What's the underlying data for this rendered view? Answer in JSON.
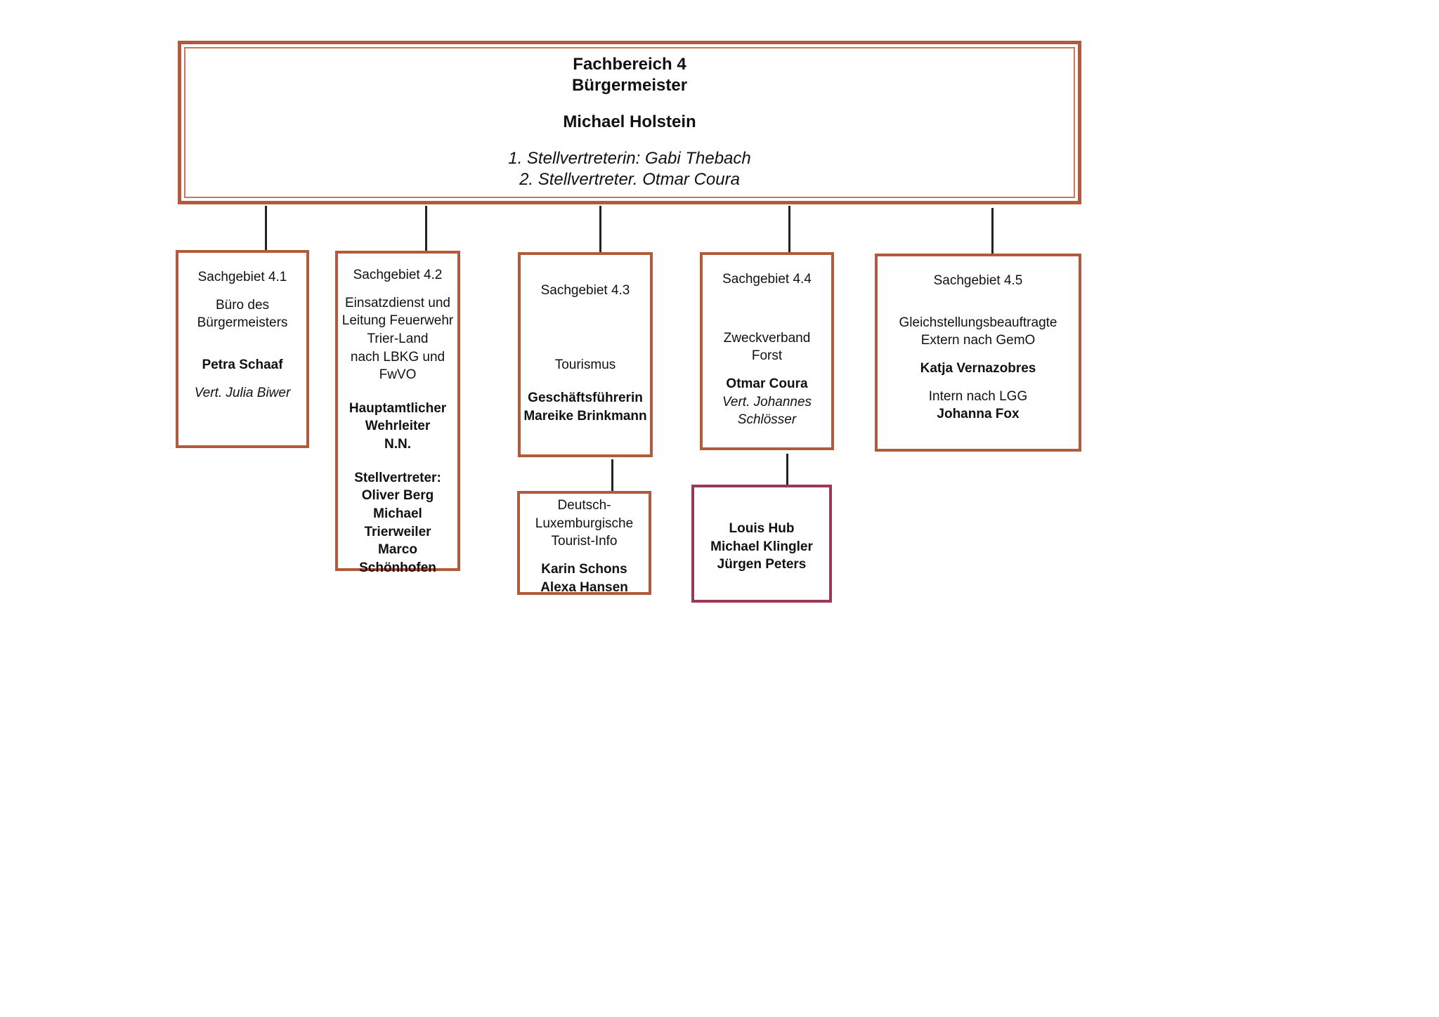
{
  "header": {
    "line1": "Fachbereich 4",
    "line2": "Bürgermeister",
    "name": "Michael Holstein",
    "deputy1": "1. Stellvertreterin: Gabi Thebach",
    "deputy2": "2. Stellvertreter. Otmar Coura"
  },
  "units": {
    "u41": {
      "title": "Sachgebiet 4.1",
      "desc": [
        "Büro des",
        "Bürgermeisters"
      ],
      "name": "Petra Schaaf",
      "deputy": "Vert. Julia Biwer"
    },
    "u42": {
      "title": "Sachgebiet 4.2",
      "desc": [
        "Einsatzdienst und",
        "Leitung Feuerwehr",
        "Trier-Land",
        "nach LBKG und",
        "FwVO"
      ],
      "lead": [
        "Hauptamtlicher",
        "Wehrleiter",
        "N.N."
      ],
      "deputies": [
        "Stellvertreter:",
        "Oliver Berg",
        "Michael",
        "Trierweiler",
        "Marco",
        "Schönhofen"
      ]
    },
    "u43": {
      "title": "Sachgebiet 4.3",
      "desc": "Tourismus",
      "lead": [
        "Geschäftsführerin",
        "Mareike Brinkmann"
      ]
    },
    "u43sub": {
      "desc": [
        "Deutsch-",
        "Luxemburgische",
        "Tourist-Info"
      ],
      "names": [
        "Karin Schons",
        "Alexa Hansen"
      ]
    },
    "u44": {
      "title": "Sachgebiet 4.4",
      "desc": [
        "Zweckverband",
        "Forst"
      ],
      "name": "Otmar Coura",
      "deputy": [
        "Vert. Johannes",
        "Schlösser"
      ]
    },
    "u44sub": {
      "names": [
        "Louis Hub",
        "Michael Klingler",
        "Jürgen Peters"
      ]
    },
    "u45": {
      "title": "Sachgebiet 4.5",
      "desc": [
        "Gleichstellungsbeauftragte",
        "Extern nach GemO"
      ],
      "name": "Katja Vernazobres",
      "intern": "Intern nach LGG",
      "intern_name": "Johanna Fox"
    }
  }
}
